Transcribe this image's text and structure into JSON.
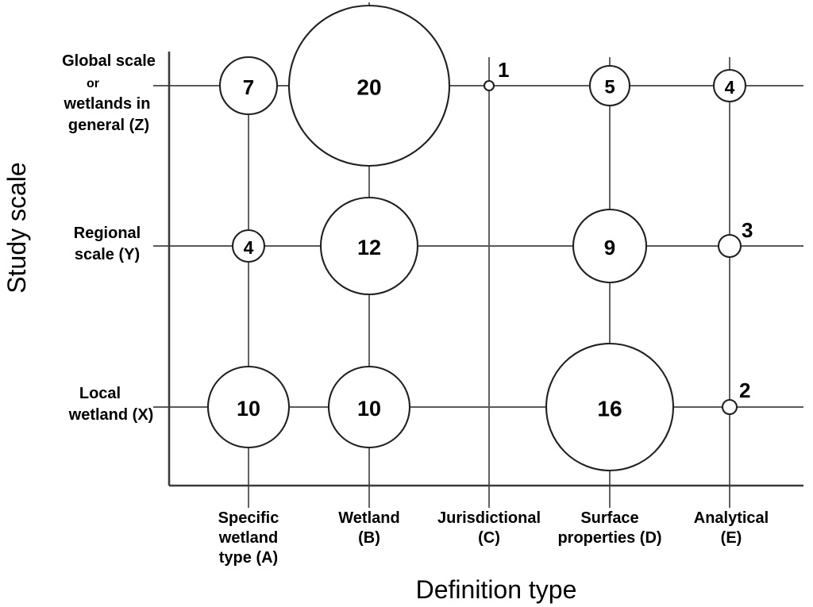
{
  "chart_data": {
    "type": "bubble",
    "title": "",
    "xlabel": "Definition type",
    "ylabel": "Study scale",
    "grid": true,
    "legend": "none",
    "x_categories": [
      {
        "code": "A",
        "label_lines": [
          "Specific",
          "wetland",
          "type  (A)"
        ]
      },
      {
        "code": "B",
        "label_lines": [
          "Wetland",
          "(B)"
        ]
      },
      {
        "code": "C",
        "label_lines": [
          "Jurisdictional",
          "(C)"
        ]
      },
      {
        "code": "D",
        "label_lines": [
          "Surface",
          "properties (D)"
        ]
      },
      {
        "code": "E",
        "label_lines": [
          "Analytical",
          "(E)"
        ]
      }
    ],
    "y_categories": [
      {
        "code": "Z",
        "label_lines": [
          "Global scale",
          "or",
          "wetlands in",
          "general  (Z)"
        ]
      },
      {
        "code": "Y",
        "label_lines": [
          "Regional",
          "scale (Y)"
        ]
      },
      {
        "code": "X",
        "label_lines": [
          "Local",
          "wetland  (X)"
        ]
      }
    ],
    "points": [
      {
        "x": "A",
        "y": "Z",
        "value": 7,
        "label": "7",
        "label_position": "inside"
      },
      {
        "x": "B",
        "y": "Z",
        "value": 20,
        "label": "20",
        "label_position": "inside"
      },
      {
        "x": "C",
        "y": "Z",
        "value": 1,
        "label": "1",
        "label_position": "outside"
      },
      {
        "x": "D",
        "y": "Z",
        "value": 5,
        "label": "5",
        "label_position": "inside"
      },
      {
        "x": "E",
        "y": "Z",
        "value": 4,
        "label": "4",
        "label_position": "inside"
      },
      {
        "x": "A",
        "y": "Y",
        "value": 4,
        "label": "4",
        "label_position": "inside"
      },
      {
        "x": "B",
        "y": "Y",
        "value": 12,
        "label": "12",
        "label_position": "inside"
      },
      {
        "x": "C",
        "y": "Y",
        "value": 0,
        "label": "",
        "label_position": "none"
      },
      {
        "x": "D",
        "y": "Y",
        "value": 9,
        "label": "9",
        "label_position": "inside"
      },
      {
        "x": "E",
        "y": "Y",
        "value": 3,
        "label": "3",
        "label_position": "outside"
      },
      {
        "x": "A",
        "y": "X",
        "value": 10,
        "label": "10",
        "label_position": "inside"
      },
      {
        "x": "B",
        "y": "X",
        "value": 10,
        "label": "10",
        "label_position": "inside"
      },
      {
        "x": "C",
        "y": "X",
        "value": 0,
        "label": "",
        "label_position": "none"
      },
      {
        "x": "D",
        "y": "X",
        "value": 16,
        "label": "16",
        "label_position": "inside"
      },
      {
        "x": "E",
        "y": "X",
        "value": 2,
        "label": "2",
        "label_position": "outside"
      }
    ],
    "colors": {
      "bubble_fill": "#ffffff",
      "bubble_stroke": "#231f20",
      "grid": "#5a5a5a",
      "axis": "#3b3b3b",
      "text": "#000000"
    }
  },
  "axis_titles": {
    "x": "Definition type",
    "y": "Study scale"
  },
  "x_tick_labels": {
    "a_line1": "Specific",
    "a_line2": "wetland",
    "a_line3": "type  (A)",
    "b_line1": "Wetland",
    "b_line2": "(B)",
    "c_line1": "Jurisdictional",
    "c_line2": "(C)",
    "d_line1": "Surface",
    "d_line2": "properties (D)",
    "e_line1": "Analytical",
    "e_line2": "(E)"
  },
  "y_tick_labels": {
    "z_line1": "Global scale",
    "z_line2": "or",
    "z_line3": "wetlands in",
    "z_line4": "general  (Z)",
    "y_line1": "Regional",
    "y_line2": "scale (Y)",
    "x_line1": "Local",
    "x_line2": "wetland  (X)"
  },
  "bubble_values": {
    "az": "7",
    "bz": "20",
    "cz": "1",
    "dz": "5",
    "ez": "4",
    "ay": "4",
    "by": "12",
    "dy": "9",
    "ey": "3",
    "ax": "10",
    "bx": "10",
    "dx": "16",
    "ex": "2"
  }
}
